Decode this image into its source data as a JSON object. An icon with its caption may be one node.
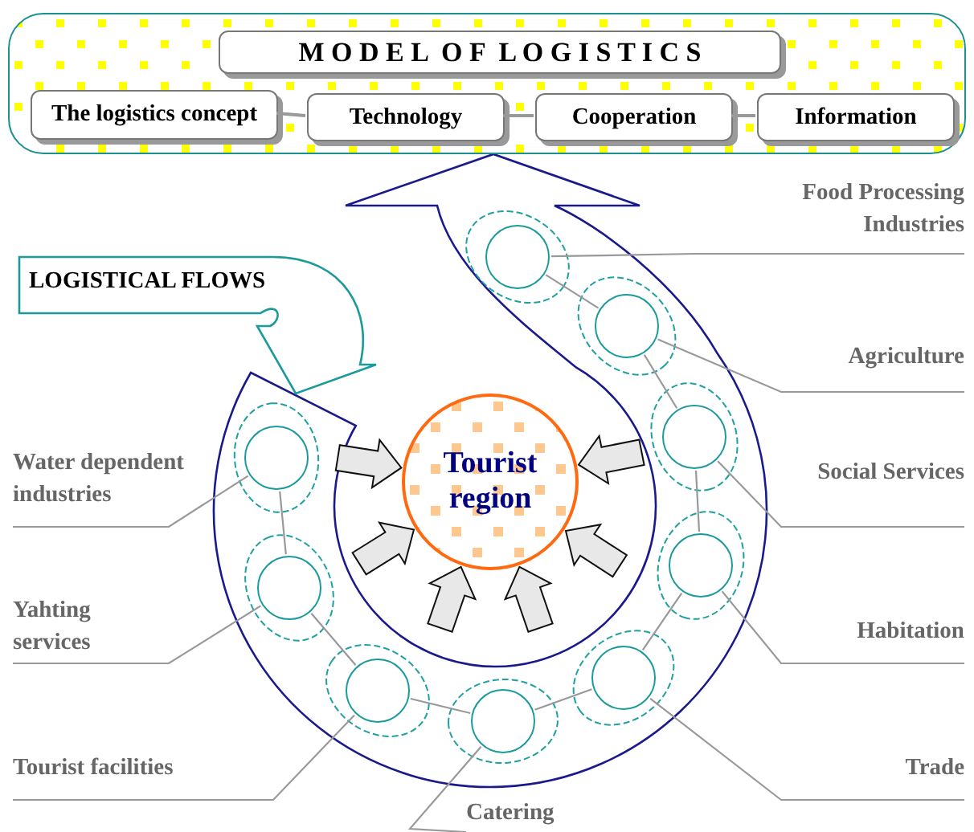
{
  "diagram": {
    "nodes": [
      {
        "text": [],
        "shape": "box"
      },
      {
        "text": [
          "M O D E L  O F  L O G I S T I C S"
        ],
        "in": 0
      },
      {
        "text": [
          "The logistics concept"
        ],
        "in": 0
      },
      {
        "text": [
          "Technology"
        ],
        "in": 0
      },
      {
        "text": [
          "Cooperation"
        ],
        "in": 0
      },
      {
        "text": [
          "Information"
        ],
        "in": 0
      },
      {
        "text": [
          "Food Processing Industries"
        ]
      },
      {
        "text": [
          "LOGISTICAL FLOWS"
        ]
      },
      {
        "text": [
          "Agriculture"
        ]
      },
      {
        "text": [
          "Water dependent industries"
        ]
      },
      {
        "text": [
          "Tourist region"
        ]
      },
      {
        "text": [
          "Social Services"
        ]
      },
      {
        "text": [
          "Yahting services"
        ]
      },
      {
        "text": [
          "Habitation"
        ]
      },
      {
        "text": [
          "Tourist facilities"
        ]
      },
      {
        "text": [
          "Trade"
        ]
      },
      {
        "text": [
          "Catering"
        ]
      },
      {
        "text": [],
        "shape": "circle"
      },
      {
        "text": [],
        "shape": "circle"
      },
      {
        "text": [],
        "shape": "circle"
      },
      {
        "text": [],
        "shape": "circle"
      },
      {
        "text": [],
        "shape": "circle"
      },
      {
        "text": [],
        "shape": "circle"
      },
      {
        "text": [],
        "shape": "circle"
      },
      {
        "text": [],
        "shape": "circle"
      },
      {
        "text": [],
        "shape": "circle"
      }
    ],
    "edges": [
      {
        "from": 2,
        "to": 3,
        "arrow": "none"
      },
      {
        "from": 3,
        "to": 4,
        "arrow": "none"
      },
      {
        "from": 4,
        "to": 5,
        "arrow": "none"
      },
      {
        "from": null,
        "to": 10,
        "arrow": "to",
        "style": "thick"
      },
      {
        "from": null,
        "to": 10,
        "arrow": "to",
        "style": "thick"
      },
      {
        "from": null,
        "to": 10,
        "arrow": "to",
        "style": "thick"
      },
      {
        "from": null,
        "to": 10,
        "arrow": "to",
        "style": "thick"
      },
      {
        "from": null,
        "to": 10,
        "arrow": "to",
        "style": "thick"
      },
      {
        "from": null,
        "to": 10,
        "arrow": "to",
        "style": "thick"
      },
      {
        "from": 17,
        "to": 18,
        "arrow": "none"
      },
      {
        "from": 18,
        "to": 19,
        "arrow": "none"
      },
      {
        "from": 19,
        "to": 20,
        "arrow": "none"
      },
      {
        "from": 20,
        "to": 21,
        "arrow": "none"
      },
      {
        "from": 21,
        "to": 22,
        "arrow": "none"
      },
      {
        "from": 22,
        "to": 23,
        "arrow": "none"
      },
      {
        "from": 23,
        "to": 24,
        "arrow": "none"
      },
      {
        "from": 24,
        "to": 25,
        "arrow": "none"
      },
      {
        "from": 6,
        "to": 17,
        "arrow": "none"
      },
      {
        "from": 8,
        "to": 18,
        "arrow": "none"
      },
      {
        "from": 11,
        "to": 19,
        "arrow": "none"
      },
      {
        "from": 13,
        "to": 20,
        "arrow": "none"
      },
      {
        "from": 15,
        "to": 21,
        "arrow": "none"
      },
      {
        "from": 16,
        "to": 22,
        "arrow": "none"
      },
      {
        "from": 14,
        "to": 23,
        "arrow": "none"
      },
      {
        "from": 12,
        "to": 24,
        "arrow": "none"
      },
      {
        "from": 9,
        "to": 25,
        "arrow": "none"
      }
    ]
  }
}
